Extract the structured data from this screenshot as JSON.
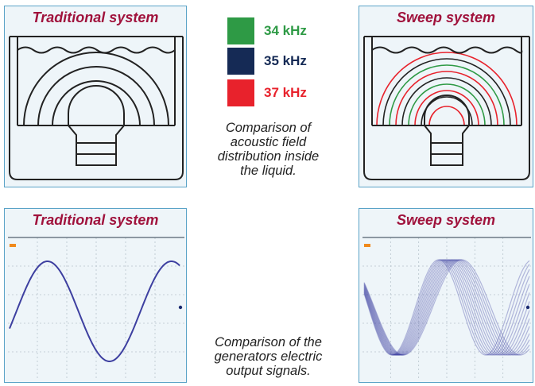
{
  "panels": {
    "top_left_title": "Traditional system",
    "top_right_title": "Sweep system",
    "bottom_left_title": "Traditional system",
    "bottom_right_title": "Sweep system"
  },
  "legend": [
    {
      "label": "34 kHz",
      "color": "#2e9a45"
    },
    {
      "label": "35 kHz",
      "color": "#152a55"
    },
    {
      "label": "37 kHz",
      "color": "#e8222c"
    }
  ],
  "captions": {
    "acoustic": [
      "Comparison of",
      "acoustic field",
      "distribution inside",
      "the liquid."
    ],
    "signals": [
      "Comparison of the",
      "generators electric",
      "output signals."
    ]
  },
  "colors": {
    "title": "#a0123c",
    "panel_bg": "#eef5f9",
    "panel_border": "#5aa3c7",
    "wave": "#3d3fa0",
    "grid": "#b8c4cc"
  }
}
